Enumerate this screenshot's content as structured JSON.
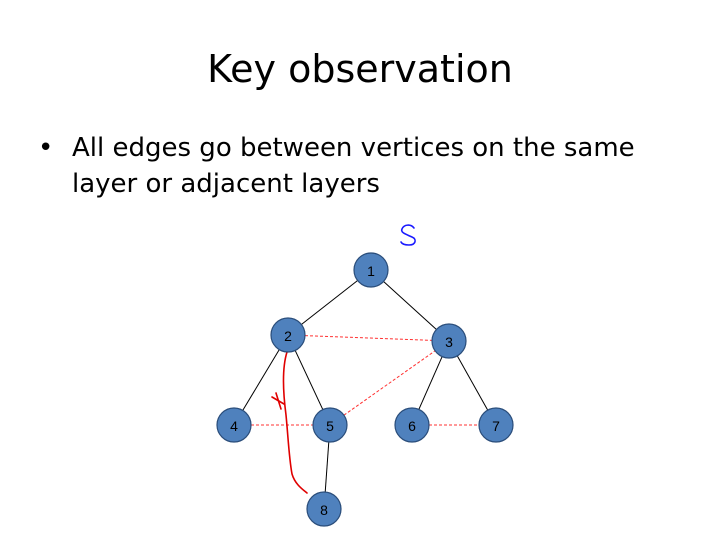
{
  "slide": {
    "title": "Key observation",
    "bullets": [
      "All edges go between vertices on the same layer or adjacent layers"
    ]
  },
  "graph": {
    "source_annotation": "S",
    "nodes": [
      {
        "id": "1",
        "label": "1"
      },
      {
        "id": "2",
        "label": "2"
      },
      {
        "id": "3",
        "label": "3"
      },
      {
        "id": "4",
        "label": "4"
      },
      {
        "id": "5",
        "label": "5"
      },
      {
        "id": "6",
        "label": "6"
      },
      {
        "id": "7",
        "label": "7"
      },
      {
        "id": "8",
        "label": "8"
      }
    ],
    "tree_edges": [
      [
        "1",
        "2"
      ],
      [
        "1",
        "3"
      ],
      [
        "2",
        "4"
      ],
      [
        "2",
        "5"
      ],
      [
        "3",
        "6"
      ],
      [
        "3",
        "7"
      ],
      [
        "5",
        "8"
      ]
    ],
    "cross_edges": [
      [
        "2",
        "3"
      ],
      [
        "4",
        "5"
      ],
      [
        "5",
        "3"
      ],
      [
        "6",
        "7"
      ]
    ],
    "invalid_edge": {
      "from": "2",
      "to": "8",
      "mark": "x"
    },
    "colors": {
      "node_fill": "#4f81bd",
      "tree_edge": "#000000",
      "cross_edge": "#ff3030",
      "annotation_red": "#e00000",
      "annotation_blue": "#1a1aff"
    }
  }
}
